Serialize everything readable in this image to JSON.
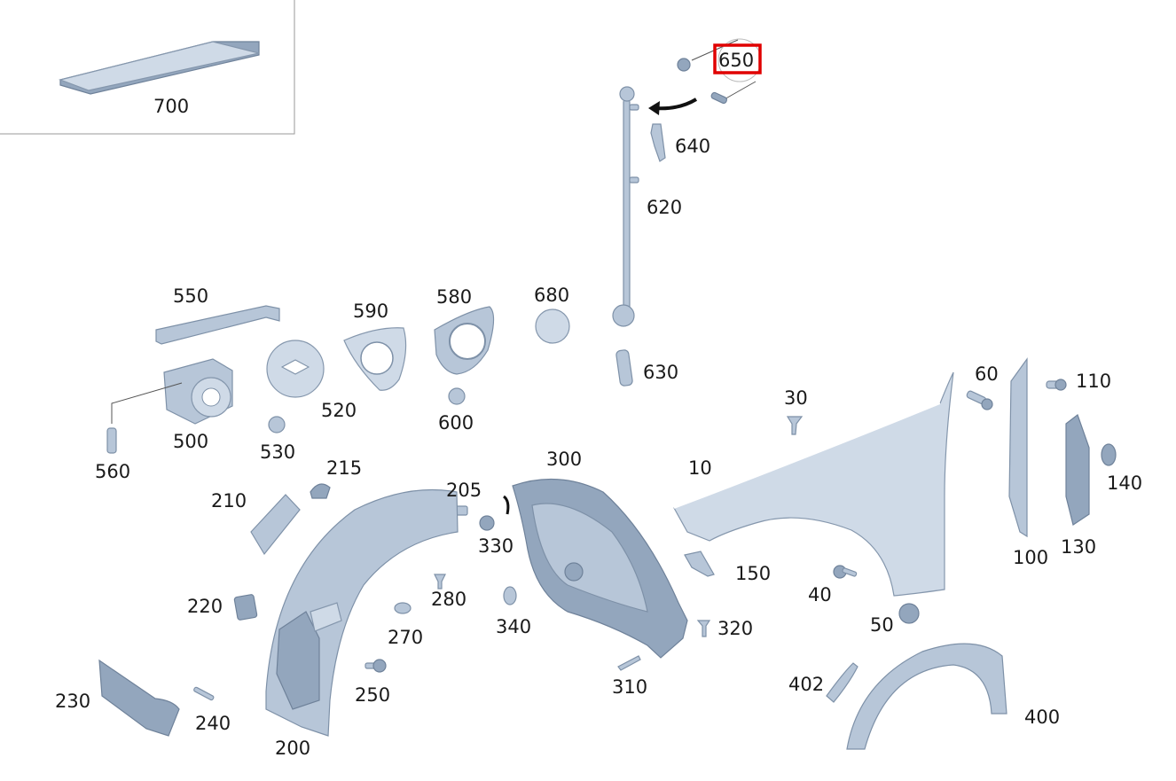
{
  "diagram": {
    "highlighted_part": "650",
    "colors": {
      "part_fill": "#b7c6d8",
      "part_stroke": "#7e91a8",
      "highlight": "#e00000",
      "label": "#1a1a1a"
    },
    "labels": {
      "p700": "700",
      "p650": "650",
      "p640": "640",
      "p620": "620",
      "p630": "630",
      "p680": "680",
      "p580": "580",
      "p590": "590",
      "p550": "550",
      "p520": "520",
      "p500": "500",
      "p530": "530",
      "p560": "560",
      "p600": "600",
      "p30": "30",
      "p60": "60",
      "p110": "110",
      "p140": "140",
      "p130": "130",
      "p100": "100",
      "p10": "10",
      "p150": "150",
      "p40": "40",
      "p50": "50",
      "p300": "300",
      "p205": "205",
      "p330": "330",
      "p340": "340",
      "p320": "320",
      "p310": "310",
      "p215": "215",
      "p210": "210",
      "p220": "220",
      "p280": "280",
      "p270": "270",
      "p250": "250",
      "p230": "230",
      "p240": "240",
      "p200": "200",
      "p402": "402",
      "p400": "400"
    }
  }
}
